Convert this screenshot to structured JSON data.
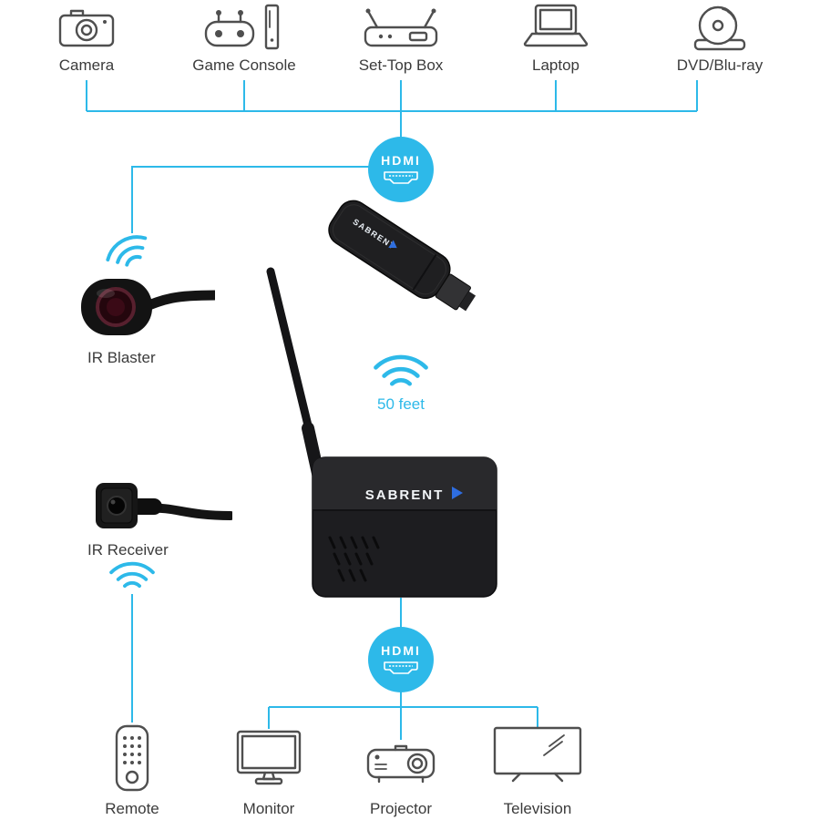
{
  "colors": {
    "accent": "#2db9e9",
    "icon_stroke": "#4f4f4f",
    "label_color": "#3b3b3b",
    "device_black": "#1b1b1d",
    "background": "#ffffff"
  },
  "brand": "SABRENT",
  "hdmi_badge_top": {
    "label": "HDMI"
  },
  "hdmi_badge_bottom": {
    "label": "HDMI"
  },
  "range_label": "50 feet",
  "ir_blaster": {
    "label": "IR Blaster"
  },
  "ir_receiver": {
    "label": "IR Receiver"
  },
  "sources": [
    {
      "label": "Camera"
    },
    {
      "label": "Game Console"
    },
    {
      "label": "Set-Top Box"
    },
    {
      "label": "Laptop"
    },
    {
      "label": "DVD/Blu-ray"
    }
  ],
  "outputs": [
    {
      "label": "Remote"
    },
    {
      "label": "Monitor"
    },
    {
      "label": "Projector"
    },
    {
      "label": "Television"
    }
  ]
}
